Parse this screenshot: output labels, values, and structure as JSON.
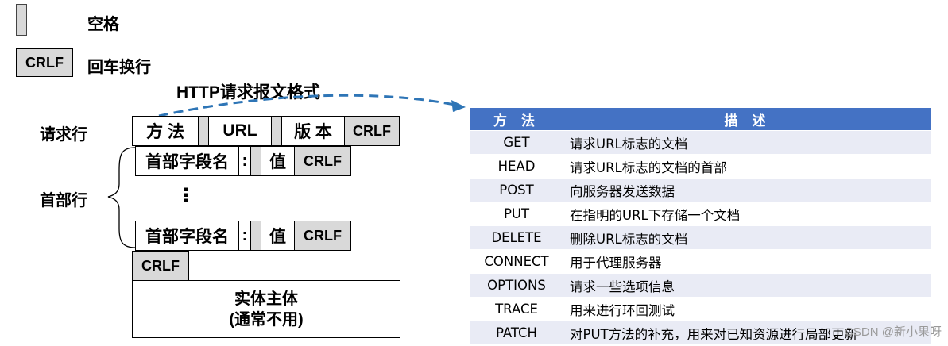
{
  "legend": {
    "space_label": "空格",
    "crlf_box": "CRLF",
    "crlf_label": "回车换行"
  },
  "format": {
    "title": "HTTP请求报文格式",
    "request_line_label": "请求行",
    "header_label": "首部行",
    "request_line": {
      "method": "方 法",
      "url": "URL",
      "version": "版 本",
      "crlf": "CRLF"
    },
    "header_field": {
      "name": "首部字段名",
      "colon": ":",
      "value": "值",
      "crlf": "CRLF"
    },
    "ellipsis": "⋮",
    "blank_crlf": "CRLF",
    "body_line1": "实体主体",
    "body_line2": "(通常不用)"
  },
  "table": {
    "headers": [
      "方 法",
      "描 述"
    ],
    "rows": [
      {
        "method": "GET",
        "desc": "请求URL标志的文档"
      },
      {
        "method": "HEAD",
        "desc": "请求URL标志的文档的首部"
      },
      {
        "method": "POST",
        "desc": "向服务器发送数据"
      },
      {
        "method": "PUT",
        "desc": "在指明的URL下存储一个文档"
      },
      {
        "method": "DELETE",
        "desc": "删除URL标志的文档"
      },
      {
        "method": "CONNECT",
        "desc": "用于代理服务器"
      },
      {
        "method": "OPTIONS",
        "desc": "请求一些选项信息"
      },
      {
        "method": "TRACE",
        "desc": "用来进行环回测试"
      },
      {
        "method": "PATCH",
        "desc": "对PUT方法的补充，用来对已知资源进行局部更新"
      }
    ]
  },
  "watermark": "CSDN @新小果呀",
  "colors": {
    "header_blue": "#4472c4",
    "arrow_blue": "#2e75b6",
    "gray_cell": "#d9d9d9",
    "row_tint": "#e9ebf5"
  }
}
